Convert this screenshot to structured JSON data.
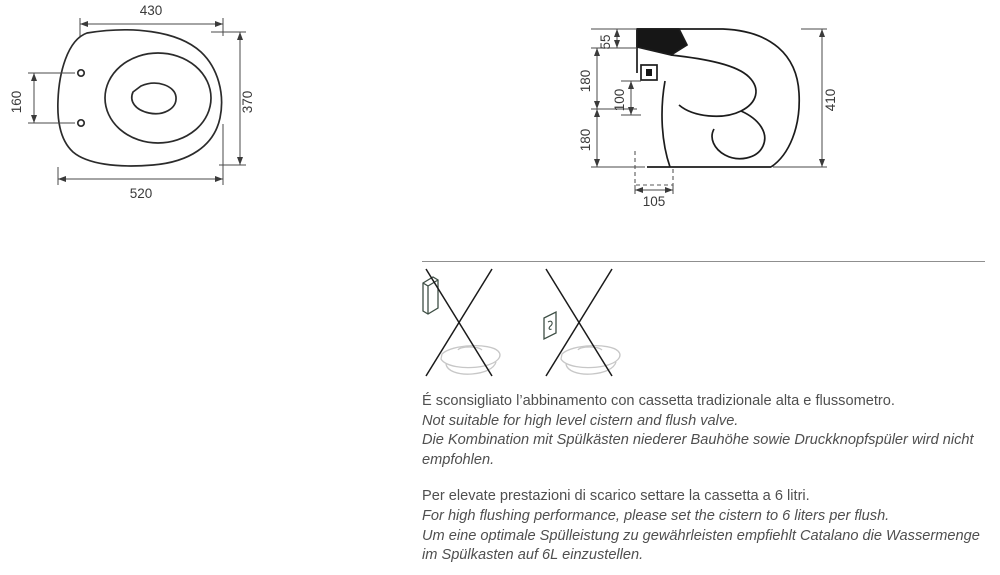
{
  "top_view": {
    "width_top": "430",
    "height_right": "370",
    "hinge_left": "160",
    "length_bottom": "520"
  },
  "side_view": {
    "seg_top": "55",
    "seg_upper": "180",
    "seg_inner": "100",
    "seg_lower": "180",
    "height_total": "410",
    "outlet_offset": "105"
  },
  "notes": {
    "warning_it": "É sconsigliato l’abbinamento con cassetta tradizionale alta e flussometro.",
    "warning_en": "Not suitable for high level cistern and flush valve.",
    "warning_de": "Die Kombination mit Spülkästen niederer Bauhöhe sowie Druckknopfspüler wird nicht empfohlen.",
    "flush_it": "Per elevate prestazioni di scarico settare la cassetta a 6 litri.",
    "flush_en": "For high flushing performance, please set the cistern to 6 liters per flush.",
    "flush_de": "Um eine optimale Spülleistung zu gewährleisten empfiehlt Catalano die Wassermenge im Spülkasten auf 6L einzustellen."
  }
}
